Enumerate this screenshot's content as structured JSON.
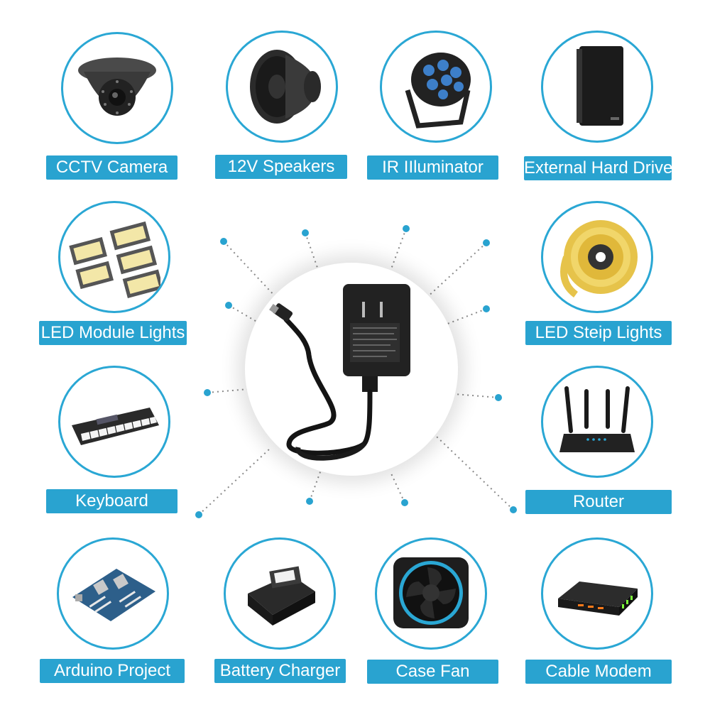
{
  "items": [
    {
      "id": "cctv-camera",
      "label": "CCTV Camera",
      "icon": "dome-camera-icon"
    },
    {
      "id": "12v-speakers",
      "label": "12V Speakers",
      "icon": "speaker-icon"
    },
    {
      "id": "ir-illuminator",
      "label": "IR IIluminator",
      "icon": "par-light-icon"
    },
    {
      "id": "external-hard-drive",
      "label": "External Hard Drive",
      "icon": "hard-drive-icon"
    },
    {
      "id": "led-module-lights",
      "label": "LED Module Lights",
      "icon": "flood-light-icon"
    },
    {
      "id": "led-strip-lights",
      "label": "LED Steip Lights",
      "icon": "led-reel-icon"
    },
    {
      "id": "keyboard",
      "label": "Keyboard",
      "icon": "keyboard-icon"
    },
    {
      "id": "router",
      "label": "Router",
      "icon": "router-icon"
    },
    {
      "id": "arduino-project",
      "label": "Arduino Project",
      "icon": "motherboard-icon"
    },
    {
      "id": "battery-charger",
      "label": "Battery Charger",
      "icon": "battery-charger-icon"
    },
    {
      "id": "case-fan",
      "label": "Case Fan",
      "icon": "case-fan-icon"
    },
    {
      "id": "cable-modem",
      "label": "Cable Modem",
      "icon": "cable-modem-icon"
    }
  ],
  "center": {
    "icon": "power-adapter-icon"
  },
  "colors": {
    "accent": "#2aa7d4",
    "label_bg": "#29a3d0",
    "label_text": "#ffffff",
    "dot": "#29a3d0"
  }
}
